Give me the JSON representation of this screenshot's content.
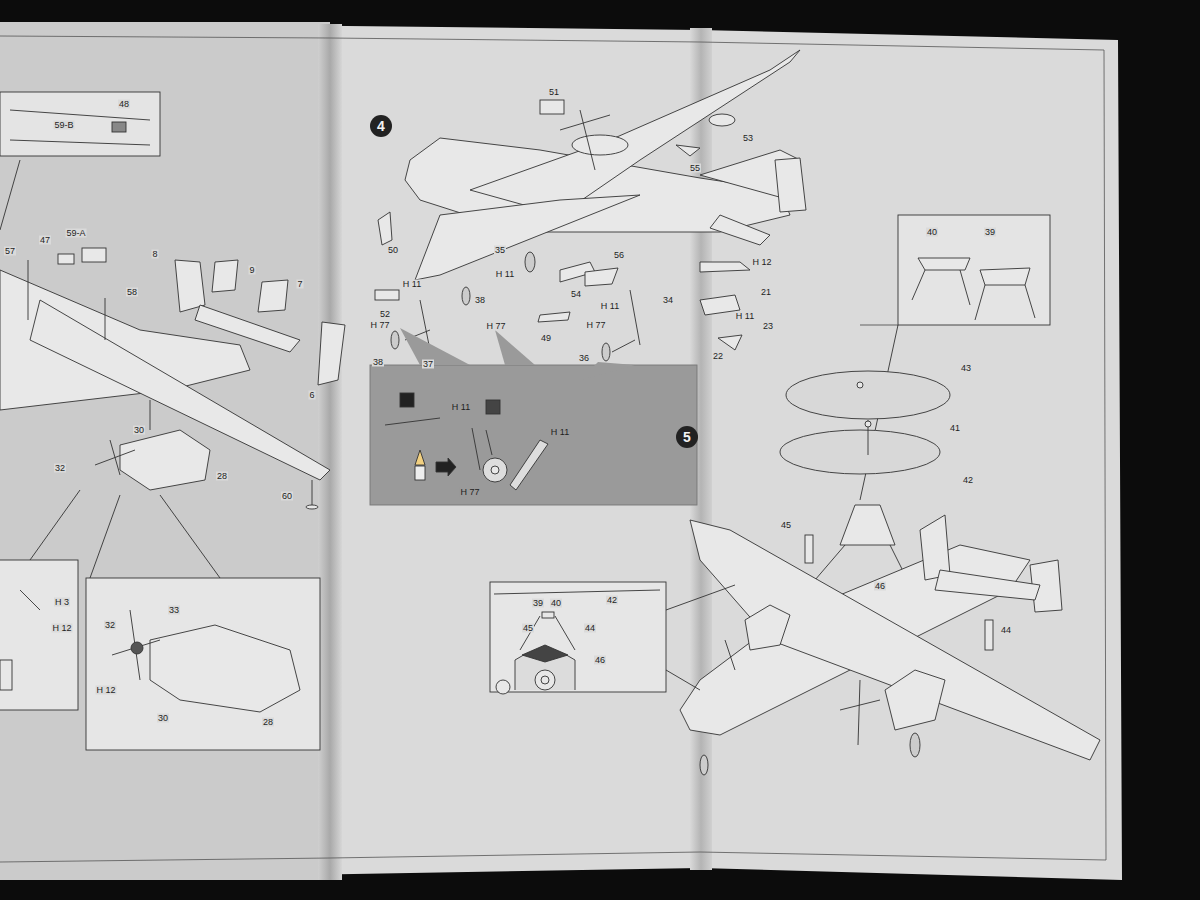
{
  "diagram": {
    "nodes": [
      {
        "text": [
          "4"
        ]
      },
      {
        "text": [
          "5"
        ]
      }
    ],
    "labels": [
      "59-B",
      "48",
      "57",
      "47",
      "59-A",
      "8",
      "9",
      "58",
      "7",
      "6",
      "30",
      "32",
      "28",
      "60",
      "H 3",
      "H 12",
      "32",
      "33",
      "H 12",
      "30",
      "28",
      "51",
      "53",
      "55",
      "50",
      "35",
      "H 11",
      "H 12",
      "21",
      "H 11",
      "23",
      "22",
      "56",
      "54",
      "H 11",
      "34",
      "52",
      "H 11",
      "38",
      "H 77",
      "37",
      "H 77",
      "38",
      "49",
      "H 77",
      "36",
      "H 11",
      "H 11",
      "H 77",
      "40",
      "39",
      "43",
      "41",
      "42",
      "45",
      "46",
      "44",
      "39",
      "40",
      "42",
      "45",
      "44",
      "46"
    ]
  }
}
